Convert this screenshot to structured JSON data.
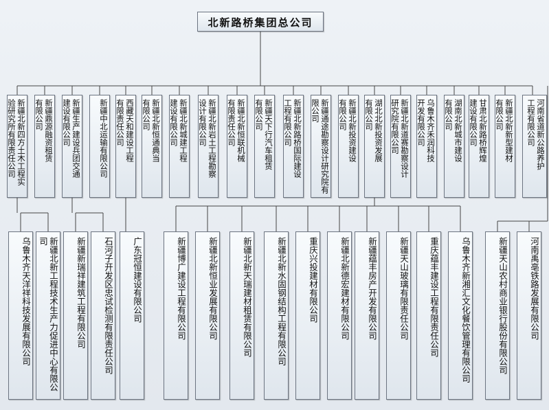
{
  "root": {
    "label": "北新路桥集团总公司"
  },
  "subsidiaries": [
    "新疆北新四方土木工程实\n验研究所有限责任公司",
    "新疆鼎源融资租赁\n有限公司",
    "新疆生产建设兵团交通\n建设有限公司",
    "新疆中北运输有限公司",
    "西藏天和建设工程\n有限责任公司",
    "新疆北新恒通典当\n有限公司",
    "新疆北新城建工程\n建设有限公司",
    "新疆北新岩土工程勘察\n设计有限公司",
    "新疆北新恒联机械\n有限责任公司",
    "新疆天下行汽车租赁\n有限公司",
    "新疆北新路桥国际建设\n工程有限公司",
    "新疆通途勘察设计研究院有\n限公司",
    "新疆北新投资建设\n有限公司",
    "湖北北新投资发展\n有限公司",
    "新疆北新道赛勘察设计\n研究院有限公司",
    "乌鲁木齐禾润科技\n开发有限公司",
    "湖南北新城市建设\n有限公司",
    "甘肃北新路桥辉煌\n建设有限公司",
    "新疆北新新型建材\n有限公司",
    "河南省道新公路养护\n工程有限公司"
  ],
  "second_level": [
    "乌鲁木齐天洋祥科技发展有限公司",
    "新疆北新工程技术生产力促进中心有限公司",
    "新疆新瑞祥建筑工程有限公司",
    "石河子开发区忠试检测有限责任公司",
    "广东冠恒建设有限公司",
    "新疆博广建设工程有限公司",
    "新疆北新恒业发展有限公司",
    "新疆北新天瑞建材租赁有限公司",
    "新疆北新水固钢结构工程有限公司",
    "重庆兴投建材有限公司",
    "新疆北新德宏建材有限公司",
    "新疆蕴丰房产开发有限公司",
    "新疆天山玻璃有限责任公司",
    "重庆蕴丰建设工程有限责任公司",
    "乌鲁木齐新湘汇文化餐饮管理有限公司",
    "新疆天山农村商业银行股份有限公司",
    "河南禹亳铁路发展有限公司"
  ]
}
